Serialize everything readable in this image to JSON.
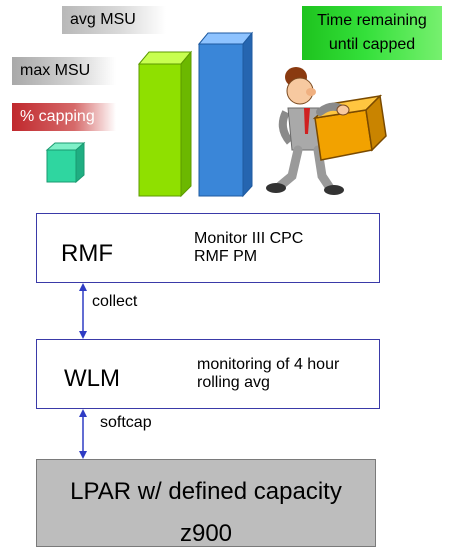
{
  "tags": {
    "avg_msu": "avg MSU",
    "max_msu": "max MSU",
    "pct_capping": "% capping",
    "time_remaining_line1": "Time remaining",
    "time_remaining_line2": "until capped"
  },
  "rmf": {
    "title": "RMF",
    "desc_line1": "Monitor III CPC",
    "desc_line2": "RMF PM"
  },
  "collect_label": "collect",
  "wlm": {
    "title": "WLM",
    "desc_line1": "monitoring of 4 hour",
    "desc_line2": "rolling avg"
  },
  "softcap_label": "softcap",
  "lpar": {
    "title": "LPAR w/ defined capacity",
    "model": "z900"
  },
  "colors": {
    "box_border": "#3a3aa8",
    "arrow": "#2f3cc4",
    "green_bar": "#8fe000",
    "blue_bar": "#3a86d8",
    "teal_cube": "#2fd6a0",
    "orange_box": "#f2a200",
    "lpar_fill": "#bdbdbd"
  },
  "icons": {
    "person_carrying_box": "person-carrying-box-icon",
    "bar_chart_3d": "3d-bar-chart-icon"
  }
}
